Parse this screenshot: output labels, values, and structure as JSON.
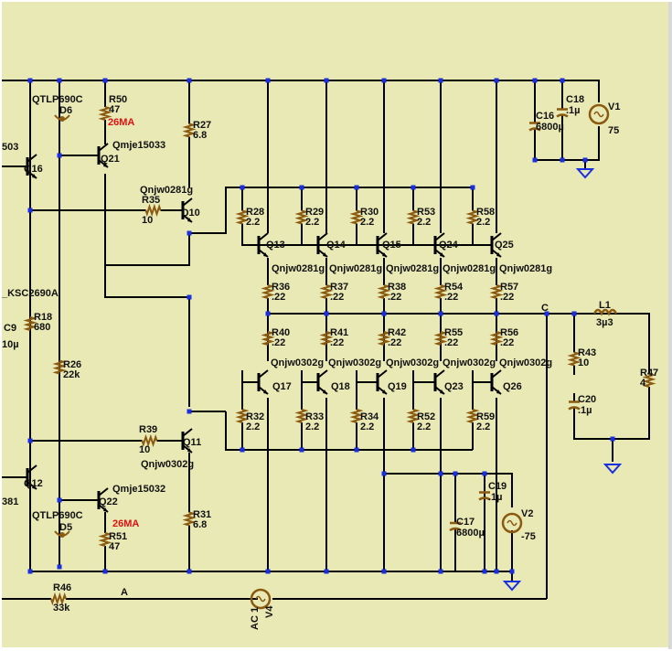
{
  "colors": {
    "background": "#e9e9b6",
    "wire": "#000000",
    "node": "#1a2fe0",
    "component": "#8a5a10",
    "ground": "#1a2fe0",
    "highlight_label": "#e01010"
  },
  "resistors": [
    {
      "ref": "R50",
      "value": "47"
    },
    {
      "ref": "R27",
      "value": "6.8"
    },
    {
      "ref": "R35",
      "value": "10"
    },
    {
      "ref": "R18",
      "value": "680"
    },
    {
      "ref": "R26",
      "value": "22k"
    },
    {
      "ref": "R39",
      "value": "10"
    },
    {
      "ref": "R31",
      "value": "6.8"
    },
    {
      "ref": "R51",
      "value": "47"
    },
    {
      "ref": "R46",
      "value": "33k"
    },
    {
      "ref": "R28",
      "value": "2.2"
    },
    {
      "ref": "R29",
      "value": "2.2"
    },
    {
      "ref": "R30",
      "value": "2.2"
    },
    {
      "ref": "R53",
      "value": "2.2"
    },
    {
      "ref": "R58",
      "value": "2.2"
    },
    {
      "ref": "R36",
      "value": ".22"
    },
    {
      "ref": "R37",
      "value": ".22"
    },
    {
      "ref": "R38",
      "value": ".22"
    },
    {
      "ref": "R54",
      "value": ".22"
    },
    {
      "ref": "R57",
      "value": ".22"
    },
    {
      "ref": "R40",
      "value": ".22"
    },
    {
      "ref": "R41",
      "value": ".22"
    },
    {
      "ref": "R42",
      "value": ".22"
    },
    {
      "ref": "R55",
      "value": ".22"
    },
    {
      "ref": "R56",
      "value": ".22"
    },
    {
      "ref": "R32",
      "value": "2.2"
    },
    {
      "ref": "R33",
      "value": "2.2"
    },
    {
      "ref": "R34",
      "value": "2.2"
    },
    {
      "ref": "R52",
      "value": "2.2"
    },
    {
      "ref": "R59",
      "value": "2.2"
    },
    {
      "ref": "R43",
      "value": "10"
    },
    {
      "ref": "R47",
      "value": "4"
    }
  ],
  "capacitors": [
    {
      "ref": "C16",
      "value": "6800µ"
    },
    {
      "ref": "C18",
      "value": ".1µ"
    },
    {
      "ref": "C9",
      "value": "10µ"
    },
    {
      "ref": "C20",
      "value": ".1µ"
    },
    {
      "ref": "C19",
      "value": ".1µ"
    },
    {
      "ref": "C17",
      "value": "6800µ"
    }
  ],
  "inductors": [
    {
      "ref": "L1",
      "value": "3µ3"
    }
  ],
  "sources": [
    {
      "ref": "V1",
      "value": "75"
    },
    {
      "ref": "V2",
      "value": "-75"
    },
    {
      "ref": "V4",
      "value": "AC 1"
    }
  ],
  "transistors": [
    {
      "ref": "Q16",
      "part": "503"
    },
    {
      "ref": "Q21",
      "part": "Qmje15033"
    },
    {
      "ref": "Q10",
      "part": "Qnjw0281g"
    },
    {
      "ref": "Q13",
      "part": "Qnjw0281g"
    },
    {
      "ref": "Q14",
      "part": "Qnjw0281g"
    },
    {
      "ref": "Q15",
      "part": "Qnjw0281g"
    },
    {
      "ref": "Q24",
      "part": "Qnjw0281g"
    },
    {
      "ref": "Q25",
      "part": "Qnjw0281g"
    },
    {
      "ref": "Q17",
      "part": "Qnjw0302g"
    },
    {
      "ref": "Q18",
      "part": "Qnjw0302g"
    },
    {
      "ref": "Q19",
      "part": "Qnjw0302g"
    },
    {
      "ref": "Q23",
      "part": "Qnjw0302g"
    },
    {
      "ref": "Q26",
      "part": "Qnjw0302g"
    },
    {
      "ref": "Q11",
      "part": "Qnjw0302g"
    },
    {
      "ref": "Q22",
      "part": "Qmje15032"
    },
    {
      "ref": "Q12",
      "part": "381"
    }
  ],
  "diodes": [
    {
      "ref": "D6",
      "part": "QTLP690C"
    },
    {
      "ref": "D5",
      "part": "QTLP690C"
    }
  ],
  "partial_labels": {
    "ksc": "_KSC2690A"
  },
  "annotations": {
    "current_top": "26MA",
    "current_bottom": "26MA",
    "node_c": "C",
    "node_a": "A"
  }
}
